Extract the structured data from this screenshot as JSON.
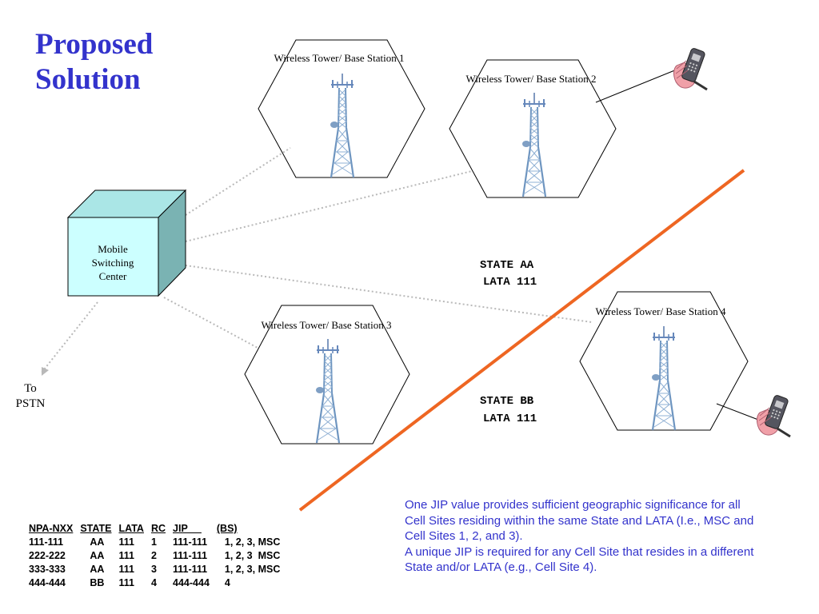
{
  "title": {
    "line1": "Proposed",
    "line2": "Solution"
  },
  "towers": [
    {
      "label": "Wireless Tower/ Base Station 1"
    },
    {
      "label": "Wireless Tower/ Base Station 2"
    },
    {
      "label": "Wireless Tower/ Base Station 3"
    },
    {
      "label": "Wireless Tower/ Base Station 4"
    }
  ],
  "msc": {
    "line1": "Mobile",
    "line2": "Switching",
    "line3": "Center"
  },
  "pstn": {
    "line1": "To",
    "line2": "PSTN"
  },
  "regions": {
    "aa": {
      "state": "STATE AA",
      "lata": "LATA 111"
    },
    "bb": {
      "state": "STATE BB",
      "lata": "LATA 111"
    }
  },
  "colors": {
    "title": "#3333cc",
    "boundary": "#ee6622",
    "msc_front": "#ccffff",
    "msc_side": "#7ab3b3",
    "msc_top": "#aae6e6"
  },
  "icons": [
    "cell-tower-icon",
    "mobile-phone-icon"
  ],
  "table": {
    "headers": [
      "NPA-NXX",
      "STATE",
      "LATA",
      "RC",
      "JIP     ",
      "(BS)"
    ],
    "rows": [
      [
        "111-111",
        "AA",
        "111",
        "1",
        "111-111",
        "1, 2, 3, MSC"
      ],
      [
        "222-222",
        "AA",
        "111",
        "2",
        "111-111",
        "1, 2, 3  MSC"
      ],
      [
        "333-333",
        "AA",
        "111",
        "3",
        "111-111",
        "1, 2, 3, MSC"
      ],
      [
        "444-444",
        "BB",
        "111",
        "4",
        "444-444",
        "4"
      ]
    ]
  },
  "note": {
    "p1": "One JIP value provides sufficient geographic significance for all Cell Sites residing within the same State and LATA (I.e., MSC and Cell Sites 1, 2, and 3).",
    "p2": "A unique JIP is required for any Cell Site that resides in a different State and/or LATA (e.g., Cell Site 4)."
  }
}
